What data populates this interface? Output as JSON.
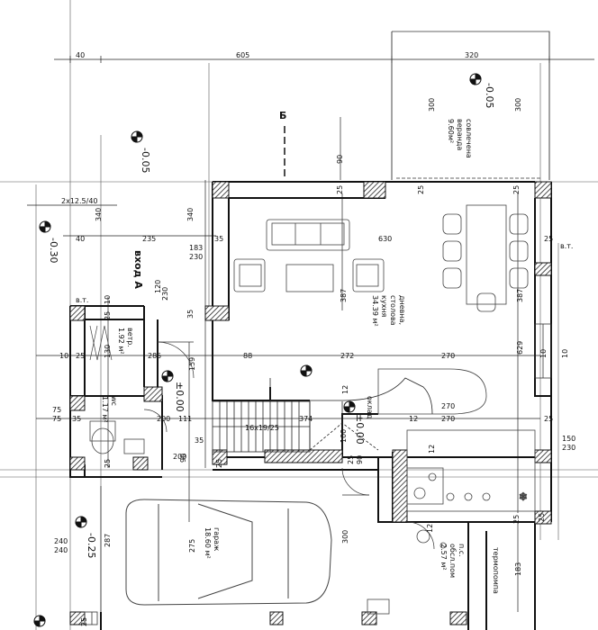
{
  "dims_top": [
    "40",
    "605",
    "320"
  ],
  "dims_misc": [
    "2x12.5/40",
    "340",
    "340",
    "40",
    "235",
    "183",
    "230",
    "35",
    "630",
    "25",
    "90",
    "25",
    "25",
    "25",
    "35",
    "120",
    "230",
    "10",
    "25",
    "10",
    "25",
    "130",
    "285",
    "159",
    "88",
    "272",
    "270",
    "270",
    "35",
    "75",
    "75",
    "111",
    "374",
    "100",
    "12",
    "12",
    "270",
    "25",
    "25",
    "387",
    "387",
    "629",
    "10",
    "10",
    "150",
    "230",
    "16x19/25",
    "300",
    "300",
    "300",
    "287",
    "275",
    "240",
    "240",
    "12",
    "90",
    "200",
    "200",
    "35",
    "25",
    "25",
    "25",
    "90",
    "12",
    "183",
    "25",
    "25"
  ],
  "levels": [
    "-0.05",
    "-0.05",
    "-0.30",
    "±0.00",
    "±0.00",
    "-0.25"
  ],
  "rooms": {
    "veranda": [
      "совлечена",
      "веранда",
      "9.60м²"
    ],
    "living": [
      "дневна,",
      "столова",
      "кухня",
      "34.39 м²"
    ],
    "entrance": [
      "вход А"
    ],
    "vestibule": [
      "ветр.",
      "1.92 м²"
    ],
    "wc": [
      "wc",
      "1.17 м²"
    ],
    "garage": [
      "гараж",
      "18.60 м²"
    ],
    "storage": [
      "п.с.",
      "обсл.пом",
      "2.57 м²"
    ],
    "boiler": [
      "термопомпа"
    ],
    "stair_label": [
      "оклад",
      "±0.00"
    ]
  },
  "section_mark": "Б",
  "misc": [
    "в.т.",
    "в.т."
  ]
}
